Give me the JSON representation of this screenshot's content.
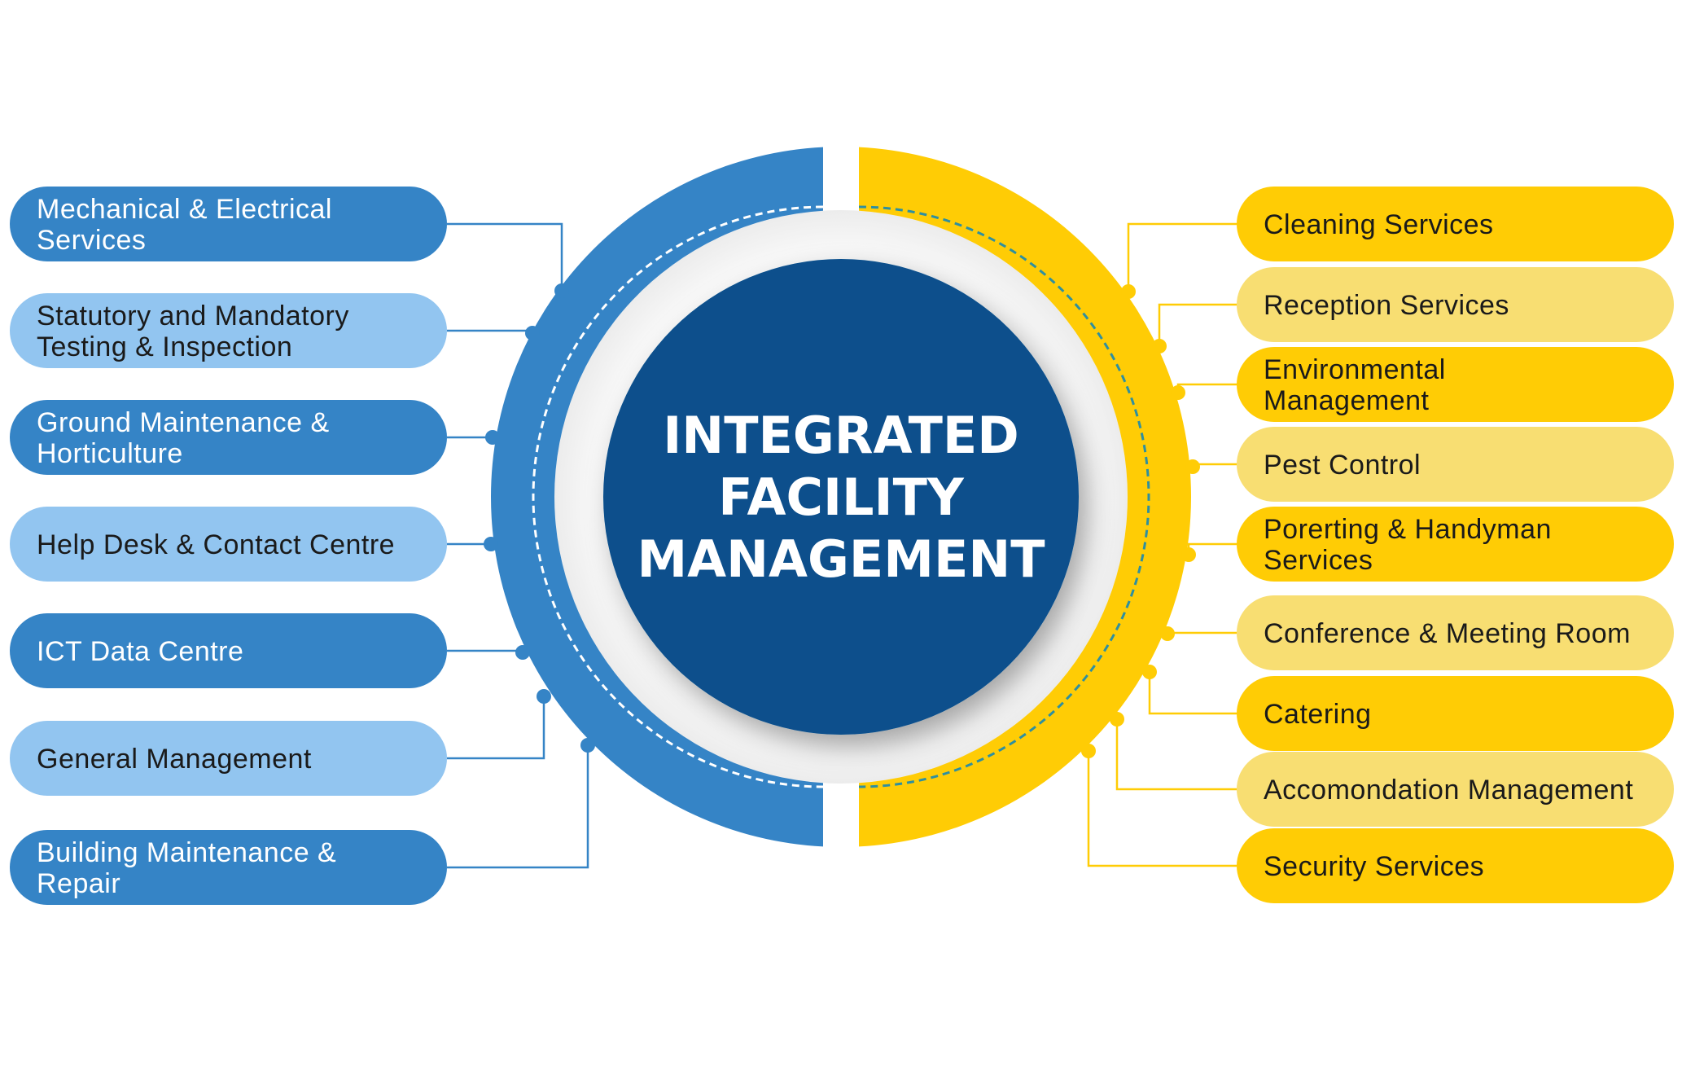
{
  "center": {
    "lines": [
      "INTEGRATED",
      "FACILITY",
      "MANAGEMENT"
    ]
  },
  "colors": {
    "blue_dark": "#3584C6",
    "blue_light": "#92C5F0",
    "yellow_dark": "#FFCC05",
    "yellow_light": "#F8DE72",
    "center_fill": "#074F8C",
    "dotted_ring": "#2E8FA0"
  },
  "left_items": [
    {
      "lines": [
        "Mechanical & Electrical",
        "Services"
      ],
      "tone": "dark"
    },
    {
      "lines": [
        "Statutory and Mandatory",
        "Testing & Inspection"
      ],
      "tone": "light"
    },
    {
      "lines": [
        "Ground Maintenance &",
        "Horticulture"
      ],
      "tone": "dark"
    },
    {
      "lines": [
        "Help Desk & Contact Centre"
      ],
      "tone": "light"
    },
    {
      "lines": [
        "ICT Data Centre"
      ],
      "tone": "dark"
    },
    {
      "lines": [
        "General Management"
      ],
      "tone": "light"
    },
    {
      "lines": [
        "Building Maintenance &",
        "Repair"
      ],
      "tone": "dark"
    }
  ],
  "right_items": [
    {
      "lines": [
        "Cleaning Services"
      ],
      "tone": "dark"
    },
    {
      "lines": [
        "Reception Services"
      ],
      "tone": "light"
    },
    {
      "lines": [
        "Environmental",
        "Management"
      ],
      "tone": "dark"
    },
    {
      "lines": [
        "Pest Control"
      ],
      "tone": "light"
    },
    {
      "lines": [
        "Porerting & Handyman",
        "Services"
      ],
      "tone": "dark"
    },
    {
      "lines": [
        "Conference & Meeting Room"
      ],
      "tone": "light"
    },
    {
      "lines": [
        "Catering"
      ],
      "tone": "dark"
    },
    {
      "lines": [
        "Accomondation Management"
      ],
      "tone": "light"
    },
    {
      "lines": [
        "Security Services"
      ],
      "tone": "dark"
    }
  ]
}
